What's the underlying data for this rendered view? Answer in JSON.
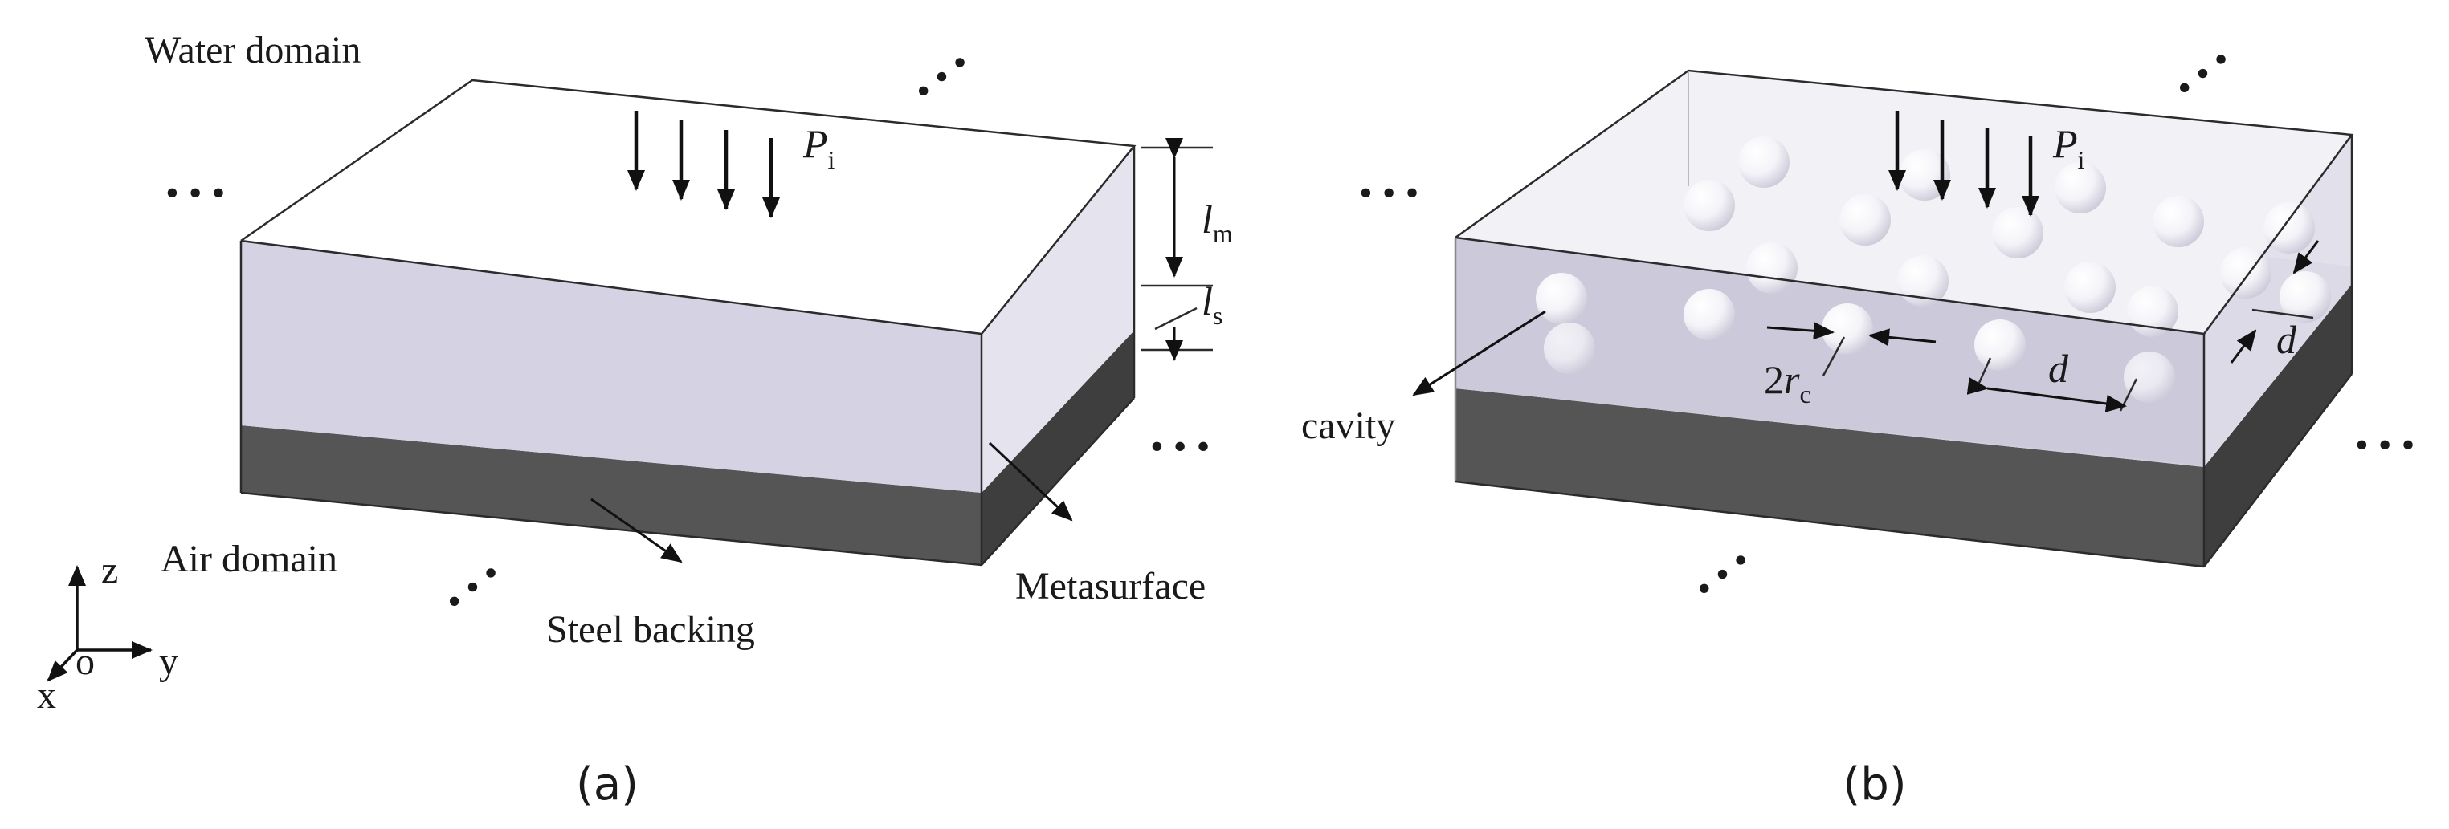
{
  "colors": {
    "matrix_top": "#ffffff",
    "matrix_front": "#d5d3e3",
    "matrix_side": "#e4e3ee",
    "steel_front": "#555555",
    "steel_side": "#3e3e3e",
    "cavity_sphere": "#ffffff",
    "line": "#1a1a1a"
  },
  "ellipsis": "• • •",
  "panel_a": {
    "caption": "(a)",
    "water_label": "Water domain",
    "air_label": "Air domain",
    "steel_label": "Steel backing",
    "metasurface_label": "Metasurface",
    "pressure_symbol": "P",
    "pressure_subscript": "i",
    "lm_symbol": "l",
    "lm_subscript": "m",
    "ls_symbol": "l",
    "ls_subscript": "s",
    "axes": {
      "z": "z",
      "y": "y",
      "x": "x",
      "origin": "o"
    }
  },
  "panel_b": {
    "caption": "(b)",
    "cavity_label": "cavity",
    "pressure_symbol": "P",
    "pressure_subscript": "i",
    "radius_prefix": "2",
    "radius_symbol": "r",
    "radius_subscript": "c",
    "spacing_x_symbol": "d",
    "spacing_y_symbol": "d"
  }
}
